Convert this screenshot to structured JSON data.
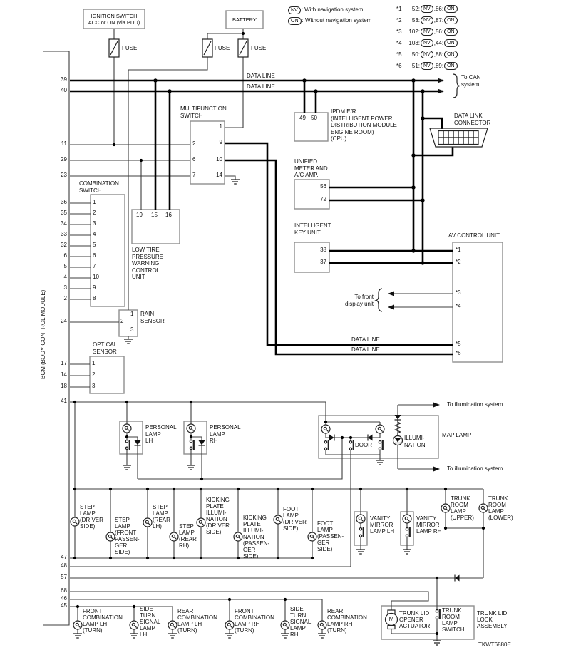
{
  "diagram_code": "TKWT6880E",
  "legend": {
    "nv": "NV",
    "on": "ON",
    "nv_desc": ": With navigation system",
    "on_desc": ": Without navigation system",
    "notes": [
      {
        "star": "*1",
        "pin_nv": "52:",
        "pin_on": ",86:"
      },
      {
        "star": "*2",
        "pin_nv": "53:",
        "pin_on": ",87:"
      },
      {
        "star": "*3",
        "pin_nv": "102:",
        "pin_on": ",56:"
      },
      {
        "star": "*4",
        "pin_nv": "103:",
        "pin_on": ",44:"
      },
      {
        "star": "*5",
        "pin_nv": "50:",
        "pin_on": ",88:"
      },
      {
        "star": "*6",
        "pin_nv": "51:",
        "pin_on": ",89:"
      }
    ]
  },
  "power": {
    "ignition": "IGNITION SWITCH\nACC or ON (via PDU)",
    "battery": "BATTERY",
    "fuse": "FUSE"
  },
  "wires": {
    "data_line": "DATA LINE",
    "to_can": "To CAN\nsystem",
    "to_front_display": "To front\ndisplay unit",
    "to_illumination": "To illumination system"
  },
  "bcm": {
    "label": "BCM (BODY CONTROL MODULE)",
    "pins": [
      "39",
      "40",
      "11",
      "29",
      "23",
      "36",
      "35",
      "34",
      "33",
      "32",
      "6",
      "5",
      "4",
      "3",
      "2",
      "24",
      "17",
      "14",
      "18",
      "41",
      "47",
      "48",
      "57",
      "68",
      "46",
      "45"
    ]
  },
  "components": {
    "multifunction_switch": {
      "label": "MULTIFUNCTION\nSWITCH",
      "left_pins": [
        "2",
        "6",
        "7"
      ],
      "right_pins": [
        "1",
        "9",
        "10",
        "14"
      ]
    },
    "ipdm": {
      "label": "IPDM E/R\n(INTELLIGENT POWER\nDISTRIBUTION MODULE\nENGINE ROOM)\n(CPU)",
      "pins": [
        "49",
        "50"
      ]
    },
    "dlc": {
      "label": "DATA LINK\nCONNECTOR"
    },
    "unified_meter": {
      "label": "UNIFIED\nMETER AND\nA/C AMP.",
      "pins": [
        "56",
        "72"
      ]
    },
    "intelligent_key": {
      "label": "INTELLIGENT\nKEY UNIT",
      "pins": [
        "38",
        "37"
      ]
    },
    "av_control": {
      "label": "AV CONTROL UNIT",
      "pins": [
        "*1",
        "*2",
        "*3",
        "*4",
        "*5",
        "*6"
      ]
    },
    "combination_switch": {
      "label": "COMBINATION\nSWITCH",
      "pins": [
        "1",
        "2",
        "3",
        "4",
        "5",
        "6",
        "7",
        "10",
        "9",
        "8"
      ]
    },
    "low_tire": {
      "label": "LOW TIRE\nPRESSURE\nWARNING\nCONTROL\nUNIT",
      "pins": [
        "19",
        "15",
        "16"
      ]
    },
    "rain_sensor": {
      "label": "RAIN\nSENSOR",
      "pins": [
        "1",
        "2",
        "3"
      ]
    },
    "optical_sensor": {
      "label": "OPTICAL\nSENSOR",
      "pins": [
        "1",
        "2",
        "3"
      ]
    },
    "map_lamp": {
      "label": "MAP LAMP",
      "door": "DOOR",
      "illumination": "ILLUMI-\nNATION"
    },
    "lamps": {
      "personal_lh": "PERSONAL\nLAMP\nLH",
      "personal_rh": "PERSONAL\nLAMP\nRH",
      "step_driver": "STEP\nLAMP\n(DRIVER\nSIDE)",
      "step_front_pass": "STEP\nLAMP\n(FRONT\nPASSEN-\nGER\nSIDE)",
      "step_rear_lh": "STEP\nLAMP\n(REAR\nLH)",
      "step_rear_rh": "STEP\nLAMP\n(REAR\nRH)",
      "kicking_driver": "KICKING\nPLATE\nILLUMI-\nNATION\n(DRIVER\nSIDE)",
      "kicking_pass": "KICKING\nPLATE\nILLUMI-\nNATION\n(PASSEN-\nGER\nSIDE)",
      "foot_driver": "FOOT\nLAMP\n(DRIVER\nSIDE)",
      "foot_pass": "FOOT\nLAMP\n(PASSEN-\nGER\nSIDE)",
      "vanity_lh": "VANITY\nMIRROR\nLAMP LH",
      "vanity_rh": "VANITY\nMIRROR\nLAMP RH",
      "trunk_upper": "TRUNK\nROOM\nLAMP\n(UPPER)",
      "trunk_lower": "TRUNK\nROOM\nLAMP\n(LOWER)",
      "front_comb_lh": "FRONT\nCOMBINATION\nLAMP LH\n(TURN)",
      "side_turn_lh": "SIDE\nTURN\nSIGNAL\nLAMP\nLH",
      "rear_comb_lh": "REAR\nCOMBINATION\nLAMP LH\n(TURN)",
      "front_comb_rh": "FRONT\nCOMBINATION\nLAMP RH\n(TURN)",
      "side_turn_rh": "SIDE\nTURN\nSIGNAL\nLAMP\nRH",
      "rear_comb_rh": "REAR\nCOMBINATION\nLAMP RH\n(TURN)"
    },
    "trunk": {
      "opener": "TRUNK LID\nOPENER\nACTUATOR",
      "motor": "M",
      "lamp_switch": "TRUNK\nROOM\nLAMP\nSWITCH",
      "assembly": "TRUNK LID\nLOCK\nASSEMBLY"
    }
  }
}
